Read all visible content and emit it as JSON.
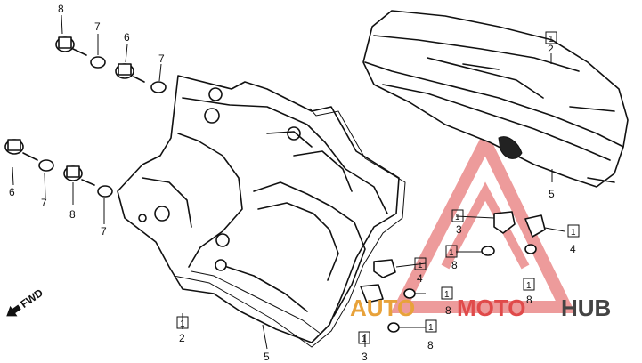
{
  "callouts": {
    "c8a": "8",
    "c7a": "7",
    "c6a": "6",
    "c7b": "7",
    "c6b": "6",
    "c7c": "7",
    "c8b": "8",
    "c7d": "7",
    "c2a": "2",
    "c5a": "5",
    "c2b": "2",
    "c5b": "5",
    "c3a": "3",
    "c8c": "8",
    "c4a": "4",
    "c8d": "8",
    "c4b": "4",
    "c8e": "8",
    "c3b": "3",
    "c8f": "8"
  },
  "box_label": "1",
  "orientation_label": "FWD",
  "watermark": {
    "part1": "AUTO",
    "part2": "MOTO",
    "part3": "HUB",
    "color1": "#e8a23a",
    "color2": "#e04a4a",
    "color3": "#444444"
  }
}
